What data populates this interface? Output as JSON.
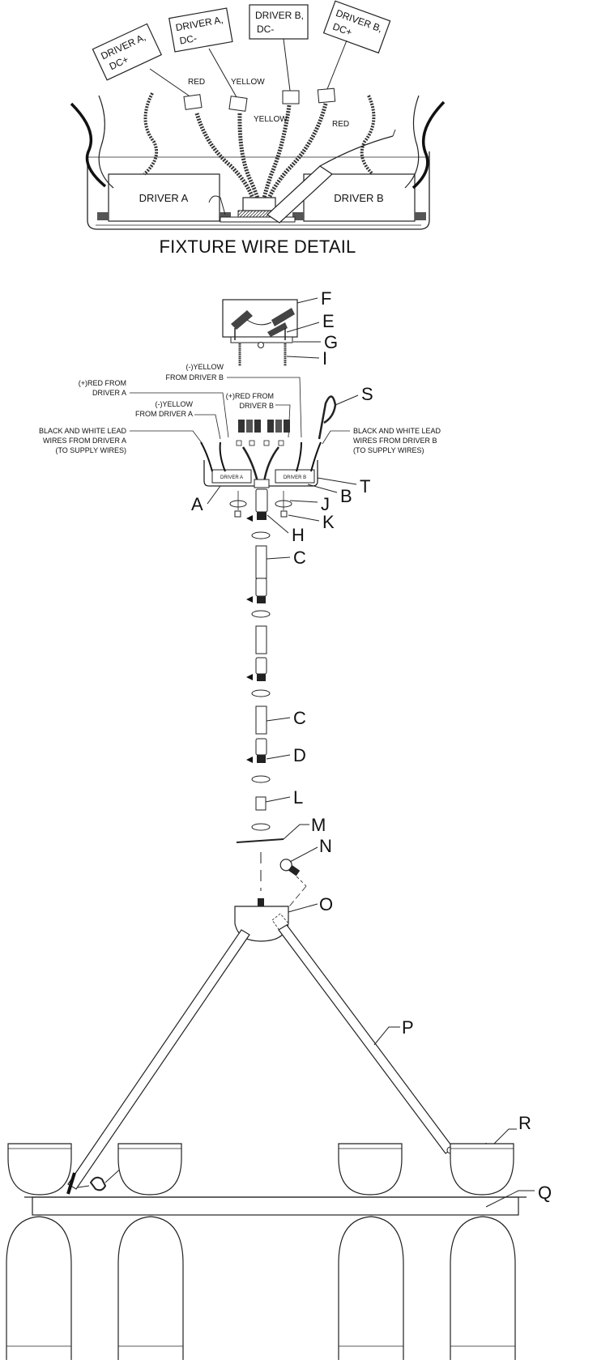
{
  "detail_title": "FIXTURE WIRE DETAIL",
  "detail": {
    "driver_a": "DRIVER A",
    "driver_b": "DRIVER B",
    "flags": [
      {
        "line1": "DRIVER A,",
        "line2": "DC+"
      },
      {
        "line1": "DRIVER A,",
        "line2": "DC-"
      },
      {
        "line1": "DRIVER B,",
        "line2": "DC-"
      },
      {
        "line1": "DRIVER B,",
        "line2": "DC+"
      }
    ],
    "wire_labels": {
      "red_a": "RED",
      "yellow_a": "YELLOW",
      "yellow_b": "YELLOW",
      "red_b": "RED"
    }
  },
  "assembly": {
    "callouts": {
      "yellow_from_b_1": "(-)YELLOW",
      "yellow_from_b_2": "FROM DRIVER B",
      "red_from_a_1": "(+)RED FROM",
      "red_from_a_2": "DRIVER A",
      "red_from_b_1": "(+)RED FROM",
      "red_from_b_2": "DRIVER B",
      "yellow_from_a_1": "(-)YELLOW",
      "yellow_from_a_2": "FROM DRIVER A",
      "bw_a_1": "BLACK AND WHITE LEAD",
      "bw_a_2": "WIRES FROM DRIVER A",
      "bw_a_3": "(TO SUPPLY WIRES)",
      "bw_b_1": "BLACK AND WHITE LEAD",
      "bw_b_2": "WIRES FROM DRIVER B",
      "bw_b_3": "(TO SUPPLY WIRES)"
    },
    "canopy_driver_a": "DRIVER A",
    "canopy_driver_b": "DRIVER B",
    "letters": {
      "F": "F",
      "E": "E",
      "G": "G",
      "I": "I",
      "S": "S",
      "T": "T",
      "A": "A",
      "B": "B",
      "J": "J",
      "K": "K",
      "H": "H",
      "C1": "C",
      "C2": "C",
      "D": "D",
      "L": "L",
      "M": "M",
      "N": "N",
      "O": "O",
      "P": "P",
      "R1": "R",
      "R2": "R",
      "Q": "Q"
    }
  }
}
